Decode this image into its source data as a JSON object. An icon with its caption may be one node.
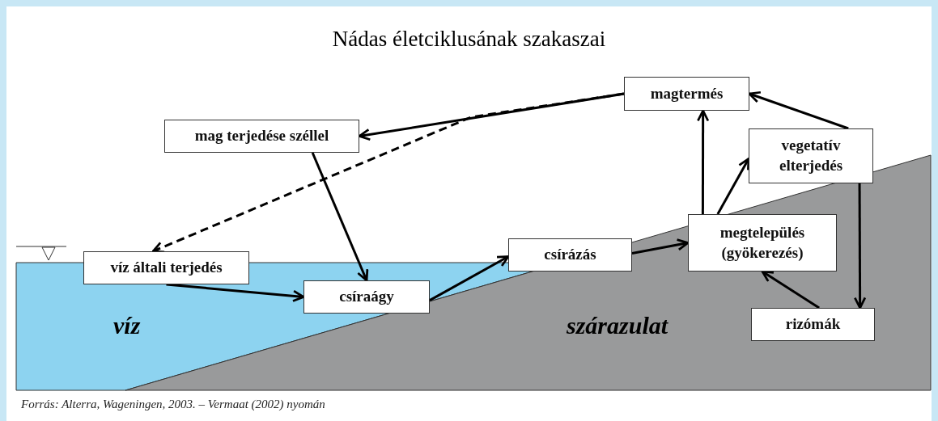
{
  "diagram": {
    "title": "Nádas életciklusának szakaszai",
    "nodes": [
      {
        "text": [
          "magtermés"
        ]
      },
      {
        "text": [
          "mag terjedése széllel"
        ]
      },
      {
        "text": [
          "vegetatív elterjedés"
        ]
      },
      {
        "text": [
          "víz általi terjedés"
        ]
      },
      {
        "text": [
          "csírázás"
        ]
      },
      {
        "text": [
          "megtelepülés (gyökerezés)"
        ]
      },
      {
        "text": [
          "csíraágy"
        ]
      },
      {
        "text": [
          "rizómák"
        ]
      }
    ],
    "edges": [
      {
        "from": 0,
        "to": 1,
        "arrow": "to"
      },
      {
        "from": 0,
        "to": 3,
        "arrow": "to",
        "style": "dashed"
      },
      {
        "from": 1,
        "to": 6,
        "arrow": "to"
      },
      {
        "from": 3,
        "to": 6,
        "arrow": "to"
      },
      {
        "from": 6,
        "to": 4,
        "arrow": "to"
      },
      {
        "from": 4,
        "to": 5,
        "arrow": "to"
      },
      {
        "from": 5,
        "to": 0,
        "arrow": "to"
      },
      {
        "from": 5,
        "to": 2,
        "arrow": "to"
      },
      {
        "from": 2,
        "to": 0,
        "arrow": "to"
      },
      {
        "from": 2,
        "to": 7,
        "arrow": "to"
      },
      {
        "from": 7,
        "to": 5,
        "arrow": "to"
      }
    ],
    "labels": [
      "víz",
      "szárazulat"
    ],
    "caption": "Forrás: Alterra, Wageningen, 2003. – Vermaat (2002) nyomán"
  }
}
